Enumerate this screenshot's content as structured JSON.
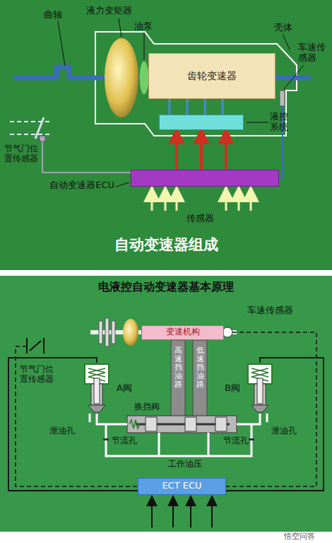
{
  "diagram": {
    "nodes": [
      {
        "text": [
          "齿轮变速器"
        ]
      },
      {
        "text": [
          "液控系统"
        ]
      },
      {
        "text": [
          "自动变速器ECU"
        ]
      },
      {
        "text": [
          "变速机构"
        ]
      },
      {
        "text": [
          "A阀"
        ]
      },
      {
        "text": [
          "B阀"
        ]
      },
      {
        "text": [
          "ECT ECU"
        ]
      }
    ],
    "edges": [
      {
        "from": 2,
        "to": 1,
        "arrow": "to"
      },
      {
        "from": 2,
        "to": 1,
        "arrow": "to"
      },
      {
        "from": 2,
        "to": 1,
        "arrow": "to"
      },
      {
        "from": 1,
        "to": 0,
        "arrow": "none"
      },
      {
        "from": 1,
        "to": 0,
        "arrow": "none"
      },
      {
        "from": 1,
        "to": 0,
        "arrow": "none"
      },
      {
        "from": 1,
        "to": 0,
        "arrow": "none"
      },
      {
        "from": 6,
        "to": 4,
        "arrow": "none"
      },
      {
        "from": 6,
        "to": 5,
        "arrow": "none"
      }
    ],
    "labels": [
      "曲轴",
      "液力变矩器",
      "油泵",
      "壳体",
      "车速传感器",
      "节气门位置传感器",
      "传感器",
      "自动变速器组成",
      "电液控自动变速器基本原理",
      "车速传感器",
      "节气门位置传感器",
      "高速挡油路",
      "低速挡油路",
      "换挡阀",
      "泄油孔",
      "泄油孔",
      "节流孔",
      "节流孔",
      "工作油压",
      "悟空问答"
    ]
  }
}
